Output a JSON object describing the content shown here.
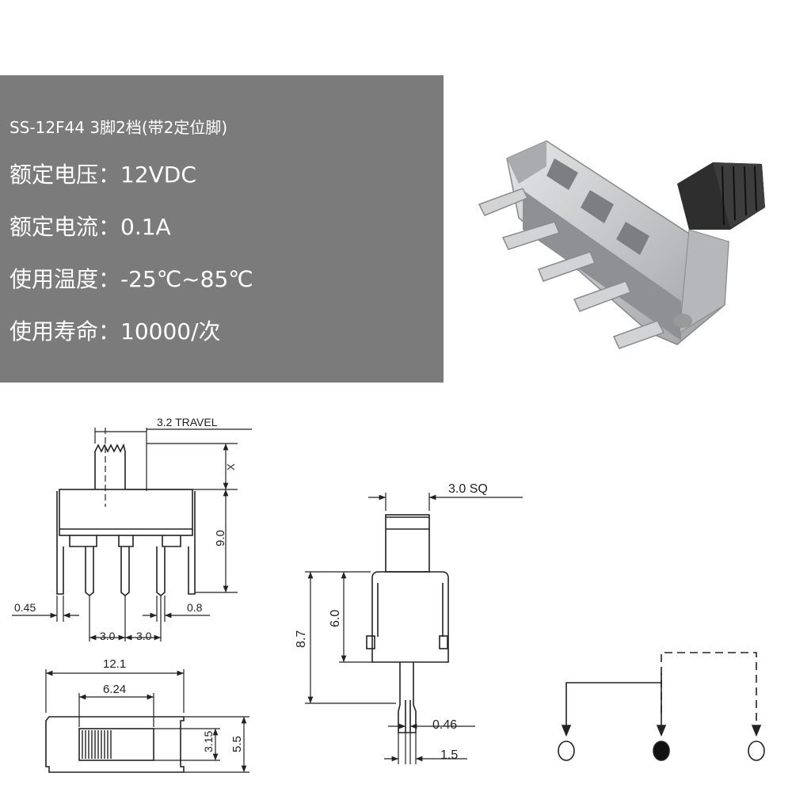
{
  "specs": {
    "model": "SS-12F44 3脚2档(带2定位脚)",
    "voltage": "额定电压：12VDC",
    "current": "额定电流：0.1A",
    "temperature": "使用温度：-25℃~85℃",
    "life": "使用寿命：10000/次"
  },
  "dimensions": {
    "travel": "3.2 TRAVEL",
    "x_label": "X",
    "height_body": "9.0",
    "pin_width": "0.45",
    "pin_pitch_1": "3.0",
    "pin_pitch_2": "3.0",
    "side_pin": "0.8",
    "total_length": "12.1",
    "slot_length": "6.24",
    "slot_height": "3.15",
    "body_height": "5.5",
    "actuator_square": "3.0 SQ",
    "height_total": "8.7",
    "height_frame": "6.0",
    "pin_thickness": "0.46",
    "pin_spacing": "1.5"
  },
  "colors": {
    "panel": "#7b7b7b",
    "metal": "#c8c9cb",
    "actuator": "#2e2e2e",
    "line": "#222222"
  }
}
